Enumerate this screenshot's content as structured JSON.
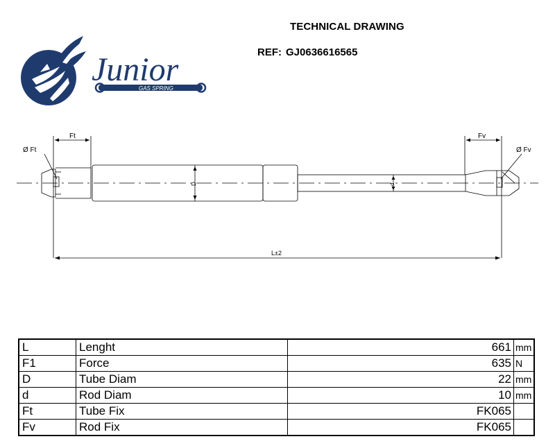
{
  "header": {
    "title": "TECHNICAL DRAWING",
    "ref_label": "REF:",
    "ref_value": "GJ0636616565"
  },
  "logo": {
    "brand": "Junior",
    "tagline": "GAS SPRING",
    "brand_color": "#1f3b6e"
  },
  "drawing": {
    "labels": {
      "ft_top": "Ft",
      "fv_top": "Fv",
      "phi_ft": "Ø Ft",
      "phi_fv": "Ø Fv",
      "tube_diam": "D",
      "rod_diam": "d",
      "length": "L±2"
    }
  },
  "specs": {
    "rows": [
      {
        "code": "L",
        "label": "Lenght",
        "value": "661",
        "unit": "mm"
      },
      {
        "code": "F1",
        "label": "Force",
        "value": "635",
        "unit": "N"
      },
      {
        "code": "D",
        "label": "Tube Diam",
        "value": "22",
        "unit": "mm"
      },
      {
        "code": "d",
        "label": "Rod Diam",
        "value": "10",
        "unit": "mm"
      },
      {
        "code": "Ft",
        "label": "Tube Fix",
        "value": "FK065",
        "unit": ""
      },
      {
        "code": "Fv",
        "label": "Rod Fix",
        "value": "FK065",
        "unit": ""
      }
    ]
  }
}
